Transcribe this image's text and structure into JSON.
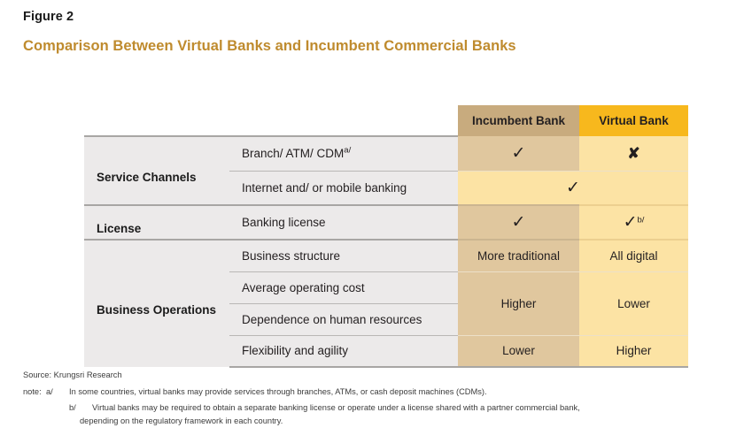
{
  "figure": {
    "label": "Figure 2",
    "title": "Comparison Between Virtual Banks and Incumbent Commercial Banks",
    "title_color": "#bf8b2e"
  },
  "table": {
    "columns": {
      "category_header": "",
      "item_header": "",
      "incumbent": "Incumbent Bank",
      "virtual": "Virtual Bank"
    },
    "colors": {
      "incumbent_header_bg": "#c8ab7e",
      "virtual_header_bg": "#f7b81d",
      "incumbent_cell_bg": "#e0c79e",
      "virtual_cell_bg": "#fce3a4",
      "label_cell_bg": "#eceaea"
    },
    "rows": [
      {
        "category": "Service Channels",
        "item": "Branch/ ATM/ CDM",
        "item_footnote": "a/",
        "incumbent": "✓",
        "virtual": "✘"
      },
      {
        "category": "",
        "item": "Internet and/ or mobile banking",
        "item_footnote": "",
        "merged_value": "✓"
      },
      {
        "category": "License",
        "item": "Banking license",
        "item_footnote": "",
        "incumbent": "✓",
        "virtual": "✓",
        "virtual_footnote": "b/"
      },
      {
        "category": "Business Operations",
        "item": "Business structure",
        "item_footnote": "",
        "incumbent": "More traditional",
        "virtual": "All digital"
      },
      {
        "category": "",
        "item": "Average operating cost",
        "item_footnote": "",
        "incumbent": "Higher",
        "virtual": "Lower"
      },
      {
        "category": "",
        "item": "Dependence on human resources",
        "item_footnote": ""
      },
      {
        "category": "",
        "item": "Flexibility and agility",
        "item_footnote": "",
        "incumbent": "Lower",
        "virtual": "Higher"
      }
    ]
  },
  "footer": {
    "source": "Source: Krungsri Research",
    "note_label": "note:",
    "note_a_key": "a/",
    "note_a_text": "In some countries, virtual banks may provide services through branches, ATMs, or cash deposit machines (CDMs).",
    "note_b_key": "b/",
    "note_b_text": "Virtual banks may be required to obtain a separate banking license or operate under a license shared with a partner commercial bank,",
    "note_b_text2": "depending on the regulatory framework in each country."
  }
}
